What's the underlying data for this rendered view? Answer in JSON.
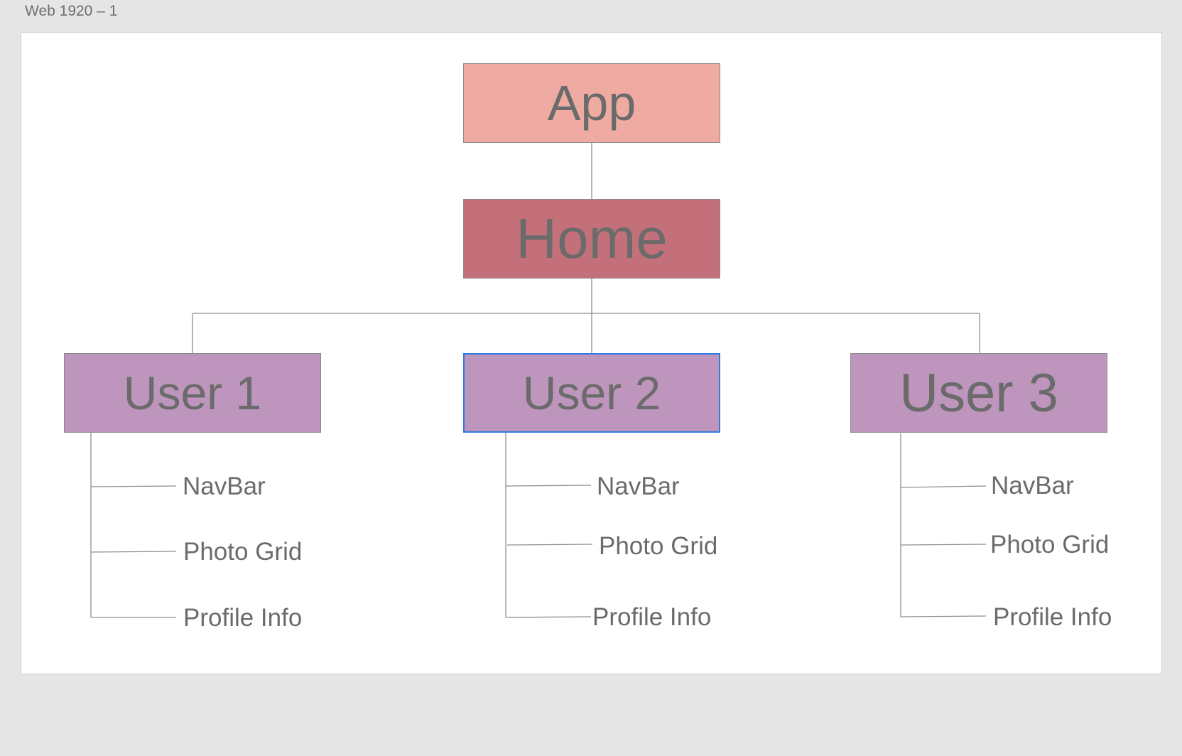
{
  "artboard": {
    "title": "Web 1920 – 1"
  },
  "colors": {
    "app_fill": "#efaba2",
    "home_fill": "#c4707b",
    "user_fill": "#be95bd",
    "selection_border": "#2f7be0",
    "text": "#6b6b6b",
    "connector": "#8f8f8f"
  },
  "tree": {
    "app": {
      "label": "App"
    },
    "home": {
      "label": "Home"
    },
    "users": [
      {
        "label": "User 1",
        "selected": false,
        "children": [
          "NavBar",
          "Photo Grid",
          "Profile Info"
        ]
      },
      {
        "label": "User 2",
        "selected": true,
        "children": [
          "NavBar",
          "Photo Grid",
          "Profile Info"
        ]
      },
      {
        "label": "User 3",
        "selected": false,
        "children": [
          "NavBar",
          "Photo Grid",
          "Profile Info"
        ]
      }
    ]
  }
}
